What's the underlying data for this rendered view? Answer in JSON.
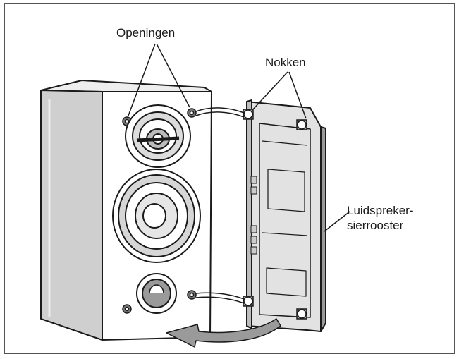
{
  "labels": {
    "openingen": "Openingen",
    "nokken": "Nokken",
    "grille_line1": "Luidspreker-",
    "grille_line2": "sierrooster"
  },
  "colors": {
    "line": "#1a1a1a",
    "cabinet_side": "#c9c9c9",
    "cabinet_top": "#eeeeee",
    "grille_fill": "#e2e2e2",
    "arrow_fill": "#9a9a9a"
  }
}
